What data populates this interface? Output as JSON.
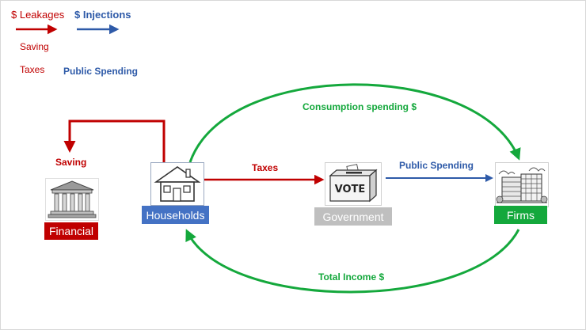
{
  "legend": {
    "leakages_title": "$ Leakages",
    "injections_title": "$ Injections",
    "leakage_items": [
      "Saving",
      "Taxes"
    ],
    "injection_items": [
      "Public Spending"
    ]
  },
  "flows": {
    "consumption_label": "Consumption spending $",
    "total_income_label": "Total Income $",
    "taxes_label": "Taxes",
    "public_spending_label": "Public Spending",
    "saving_label": "Saving"
  },
  "sectors": {
    "households": "Households",
    "government": "Government",
    "firms": "Firms",
    "financial": "Financial"
  },
  "ballot_text": "VOTE",
  "colors": {
    "leakage_red": "#c00000",
    "injection_blue": "#2e5aa8",
    "flow_green": "#14a83c",
    "households_blue": "#4472c4",
    "government_gray": "#bfbfbf",
    "firms_green": "#14a83c",
    "financial_red": "#c00000"
  },
  "icons": [
    "bank-icon",
    "house-icon",
    "ballot-box-icon",
    "factory-icon"
  ]
}
